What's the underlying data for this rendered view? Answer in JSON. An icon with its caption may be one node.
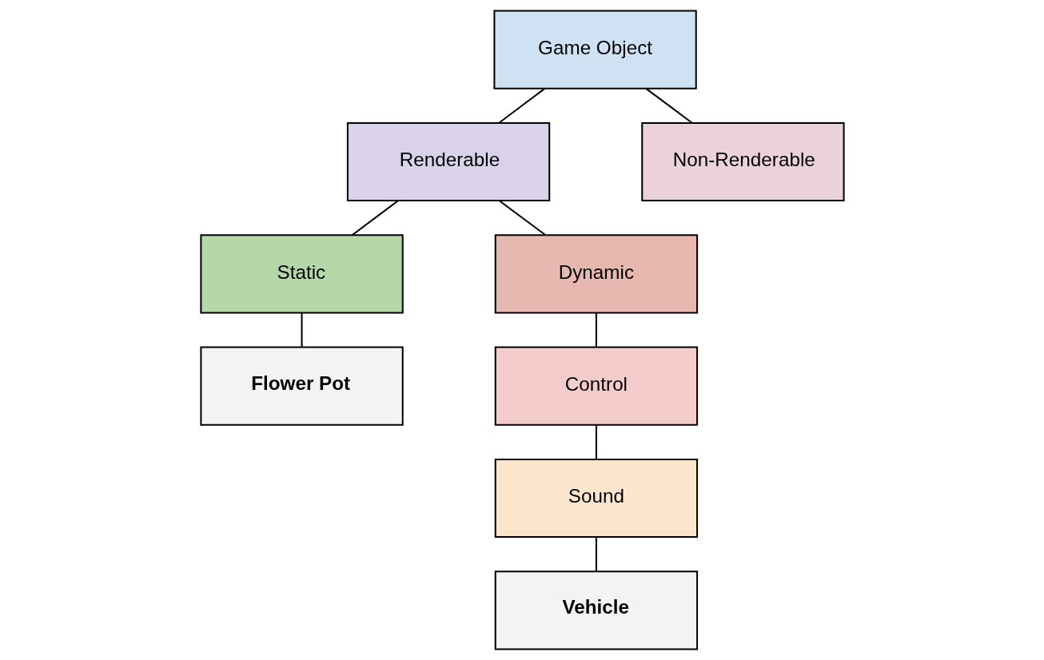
{
  "diagram": {
    "nodes": [
      {
        "text": [
          "Game Object"
        ]
      },
      {
        "text": [
          "Renderable"
        ]
      },
      {
        "text": [
          "Non-Renderable"
        ]
      },
      {
        "text": [
          "Static"
        ]
      },
      {
        "text": [
          "Dynamic"
        ]
      },
      {
        "text": [
          "Flower Pot"
        ]
      },
      {
        "text": [
          "Control"
        ]
      },
      {
        "text": [
          "Sound"
        ]
      },
      {
        "text": [
          "Vehicle"
        ]
      }
    ],
    "edges": [
      {
        "from": 0,
        "to": 1,
        "arrow": "none"
      },
      {
        "from": 0,
        "to": 2,
        "arrow": "none"
      },
      {
        "from": 1,
        "to": 3,
        "arrow": "none"
      },
      {
        "from": 1,
        "to": 4,
        "arrow": "none"
      },
      {
        "from": 3,
        "to": 5,
        "arrow": "none"
      },
      {
        "from": 4,
        "to": 6,
        "arrow": "none"
      },
      {
        "from": 6,
        "to": 7,
        "arrow": "none"
      },
      {
        "from": 7,
        "to": 8,
        "arrow": "none"
      }
    ]
  }
}
